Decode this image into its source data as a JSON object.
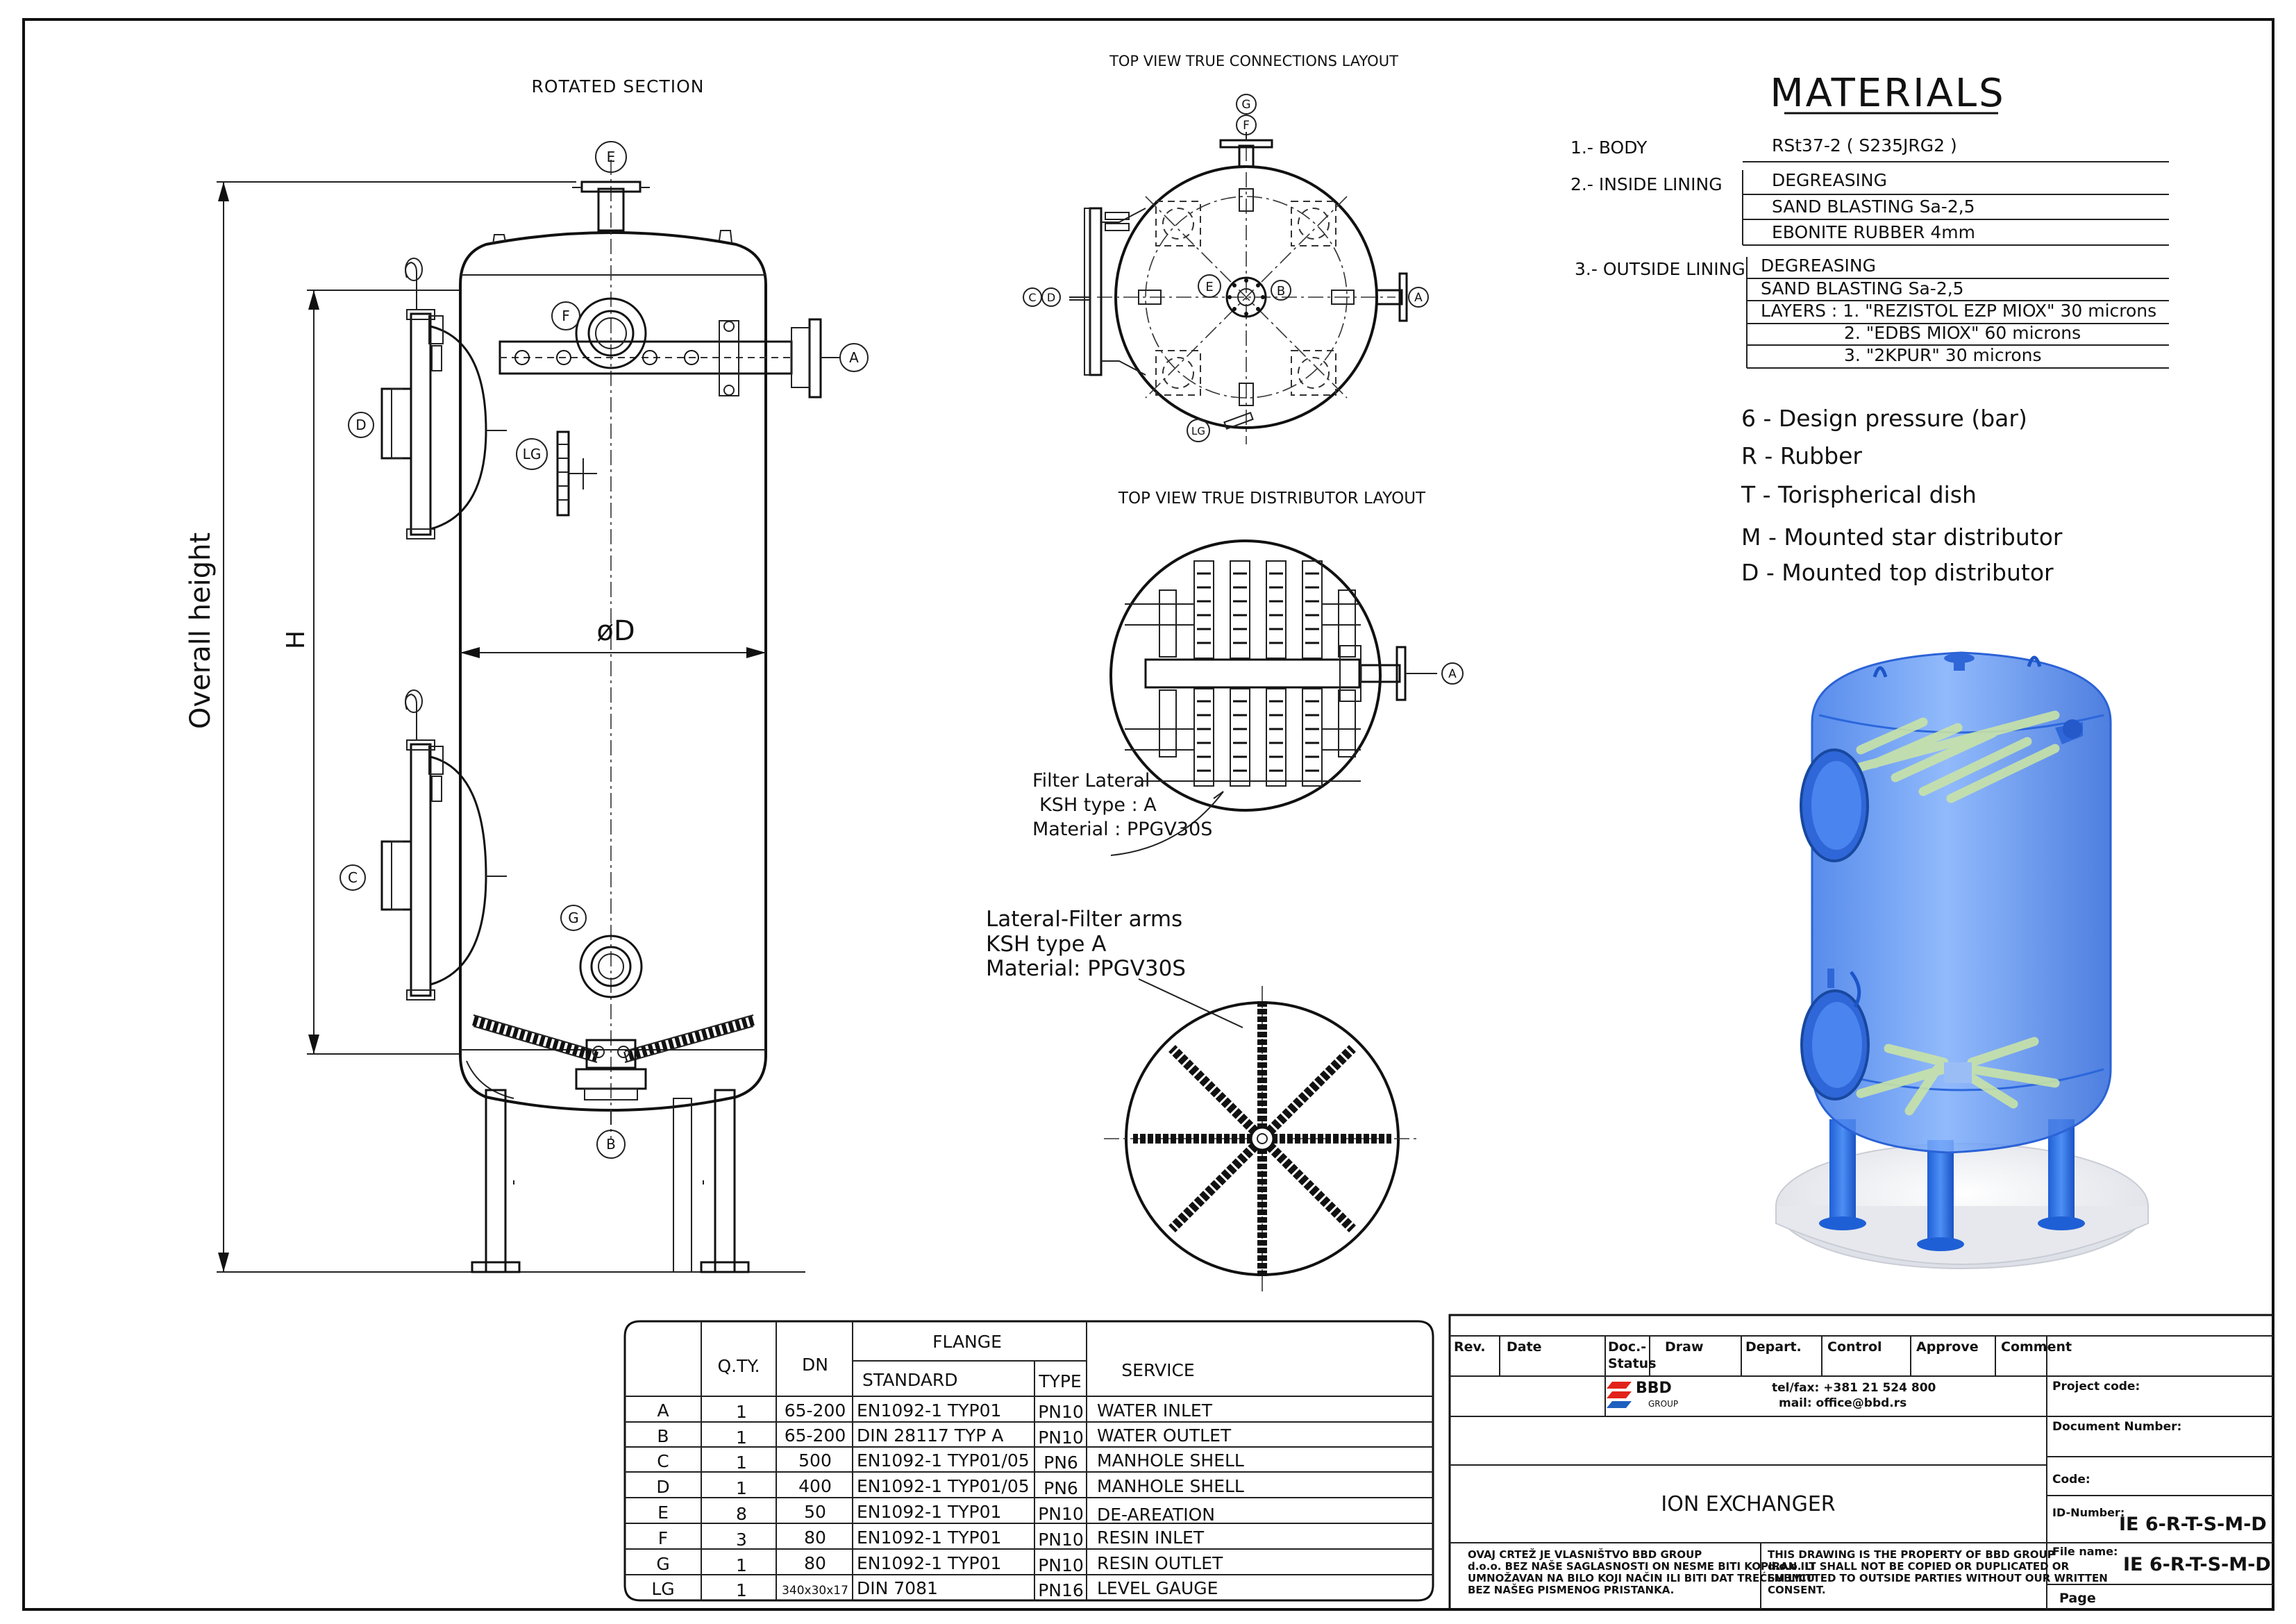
{
  "views": {
    "rotated_section": "ROTATED SECTION",
    "top_connections": "TOP VIEW TRUE CONNECTIONS LAYOUT",
    "top_distributor": "TOP VIEW TRUE  DISTRIBUTOR  LAYOUT"
  },
  "dims": {
    "overall_height": "Overall height",
    "h": "H",
    "diameter": "øD"
  },
  "connections_markers": {
    "A": "A",
    "B": "B",
    "C": "C",
    "D": "D",
    "E": "E",
    "F": "F",
    "G": "G",
    "LG": "LG"
  },
  "filter_lateral_note": {
    "line1": "Filter Lateral",
    "line2": "KSH type : A",
    "line3": "Material : PPGV30S"
  },
  "lateral_arms_note": {
    "line1": "Lateral-Filter arms",
    "line2": "KSH type A",
    "line3": "Material: PPGV30S"
  },
  "materials": {
    "title": "MATERIALS",
    "body_label": "1.-  BODY",
    "body_value": "RSt37-2 ( S235JRG2 )",
    "inside_label": "2.-  INSIDE LINING",
    "inside": [
      "DEGREASING",
      "SAND BLASTING Sa-2,5",
      "EBONITE RUBBER 4mm"
    ],
    "outside_label": "3.- OUTSIDE LINING",
    "outside": [
      "DEGREASING",
      "SAND BLASTING Sa-2,5",
      "LAYERS :  1.  \"REZISTOL EZP MIOX\" 30 microns",
      "2. \"EDBS MIOX\" 60 microns",
      "3. \"2KPUR\" 30 microns"
    ]
  },
  "code_legend": [
    "6 - Design pressure (bar)",
    "R - Rubber",
    "T - Torispherical dish",
    "M - Mounted star distributor",
    "D - Mounted top distributor"
  ],
  "nozzle_table": {
    "headers": {
      "qty": "Q.TY.",
      "dn": "DN",
      "flange": "FLANGE",
      "standard": "STANDARD",
      "type": "TYPE",
      "service": "SERVICE"
    },
    "rows": [
      {
        "mark": "A",
        "qty": "1",
        "dn": "65-200",
        "standard": "EN1092-1 TYP01",
        "type": "PN10",
        "service": "WATER INLET"
      },
      {
        "mark": "B",
        "qty": "1",
        "dn": "65-200",
        "standard": "DIN 28117 TYP A",
        "type": "PN10",
        "service": "WATER OUTLET"
      },
      {
        "mark": "C",
        "qty": "1",
        "dn": "500",
        "standard": "EN1092-1 TYP01/05",
        "type": "PN6",
        "service": "MANHOLE SHELL"
      },
      {
        "mark": "D",
        "qty": "1",
        "dn": "400",
        "standard": "EN1092-1 TYP01/05",
        "type": "PN6",
        "service": "MANHOLE SHELL"
      },
      {
        "mark": "E",
        "qty": "8",
        "dn": "50",
        "standard": "EN1092-1 TYP01",
        "type": "PN10",
        "service": "DE-AREATION"
      },
      {
        "mark": "F",
        "qty": "3",
        "dn": "80",
        "standard": "EN1092-1 TYP01",
        "type": "PN10",
        "service": "RESIN INLET"
      },
      {
        "mark": "G",
        "qty": "1",
        "dn": "80",
        "standard": "EN1092-1 TYP01",
        "type": "PN10",
        "service": "RESIN OUTLET"
      },
      {
        "mark": "LG",
        "qty": "1",
        "dn": "340x30x17",
        "standard": "DIN 7081",
        "type": "PN16",
        "service": "LEVEL GAUGE"
      }
    ]
  },
  "title_block": {
    "rev": "Rev.",
    "date": "Date",
    "doc_status_1": "Doc.-",
    "doc_status_2": "Status",
    "draw": "Draw",
    "depart": "Depart.",
    "control": "Control",
    "approve": "Approve",
    "comment": "Comment",
    "company_logo": "BBD",
    "company_group": "GROUP",
    "tel": "tel/fax: +381 21 524 800",
    "mail": "mail: office@bbd.rs",
    "project_code": "Project code:",
    "document_number": "Document Number:",
    "code": "Code:",
    "id_number_label": "ID-Number:",
    "id_number_value": "IE 6-R-T-S-M-D",
    "file_name_label": "File name:",
    "file_name_value": "IE 6-R-T-S-M-D",
    "page": "Page",
    "drawing_title": "ION EXCHANGER",
    "notice_local": [
      "OVAJ CRTEŽ JE VLASNIŠTVO BBD GROUP",
      "d.o.o. BEZ NAŠE SAGLASNOSTI ON NESME BITI KOPIRAN ILI",
      "UMNOŽAVAN NA BILO KOJI NAČIN ILI BITI DAT TREĆEM LICU",
      "BEZ NAŠEG PISMENOG PRISTANKA."
    ],
    "notice_en": [
      "THIS DRAWING IS THE PROPERTY OF BBD GROUP",
      "d.o.o. IT SHALL NOT BE COPIED OR DUPLICATED OR",
      "SUBMITTED TO OUTSIDE PARTIES WITHOUT OUR WRITTEN",
      "CONSENT."
    ]
  },
  "colors": {
    "render_blue": "#3f7ff0",
    "render_blue_light": "#7fb0fb",
    "logo_red": "#e2231a",
    "logo_blue": "#1e5fbf"
  }
}
